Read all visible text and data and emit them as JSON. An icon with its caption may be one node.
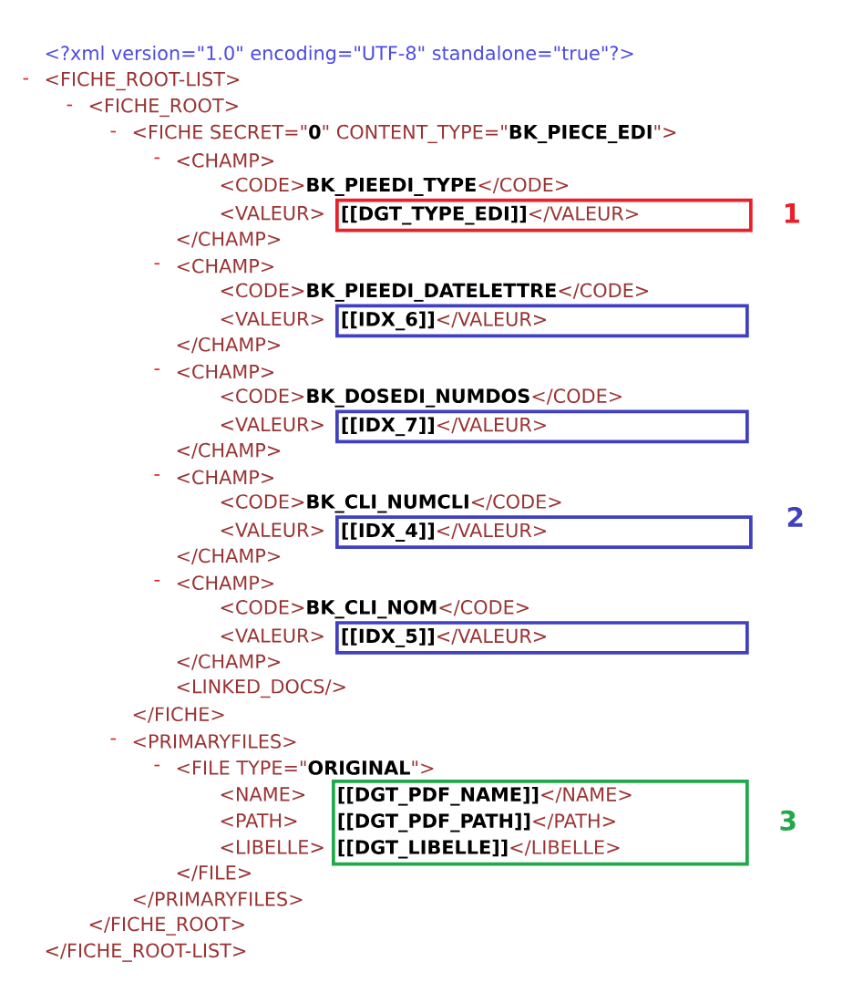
{
  "diagram": {
    "nodes": [
      {
        "text": [
          "**[[DGT_TYPE_EDI]]**</VALEUR>"
        ],
        "beside": [
          "1"
        ]
      },
      {
        "text": [
          "**[[IDX_6]]**</VALEUR>"
        ]
      },
      {
        "text": [
          "**[[IDX_7]]**</VALEUR>"
        ]
      },
      {
        "text": [
          "**[[IDX_4]]**</VALEUR>"
        ]
      },
      {
        "text": [
          "**[[IDX_5]]**</VALEUR>"
        ]
      },
      {
        "text": [
          "**[[DGT_PDF_NAME]]**</NAME>",
          "**[[DGT_PDF_PATH]]**</PATH>",
          "**[[DGT_LIBELLE]]**</LIBELLE>"
        ],
        "beside": [
          "3"
        ]
      }
    ],
    "labels": [
      "<?xml version=\"1.0\" encoding=\"UTF-8\" standalone=\"true\"?>",
      "-",
      "<FICHE_ROOT-LIST>",
      "-",
      "<FICHE_ROOT>",
      "-",
      "<FICHE SECRET=\"**0**\" CONTENT_TYPE=\"**BK_PIECE_EDI**\">",
      "-",
      "<CHAMP>",
      "<CODE>**BK_PIEEDI_TYPE**</CODE>",
      "<VALEUR>",
      "</CHAMP>",
      "-",
      "<CHAMP>",
      "<CODE>**BK_PIEEDI_DATELETTRE**</CODE>",
      "<VALEUR>",
      "</CHAMP>",
      "-",
      "<CHAMP>",
      "<CODE>**BK_DOSEDI_NUMDOS**</CODE>",
      "<VALEUR>",
      "</CHAMP>",
      "2",
      "-",
      "<CHAMP>",
      "<CODE>**BK_CLI_NUMCLI**</CODE>",
      "<VALEUR>",
      "</CHAMP>",
      "-",
      "<CHAMP>",
      "<CODE>**BK_CLI_NOM**</CODE>",
      "<VALEUR>",
      "</CHAMP>",
      "<LINKED_DOCS/>",
      "</FICHE>",
      "-",
      "<PRIMARYFILES>",
      "-",
      "<FILE TYPE=\"**ORIGINAL**\">",
      "<NAME>",
      "<PATH>",
      "<LIBELLE>",
      "</FILE>",
      "</PRIMARYFILES>",
      "</FICHE_ROOT>",
      "</FICHE_ROOT-LIST>"
    ]
  }
}
